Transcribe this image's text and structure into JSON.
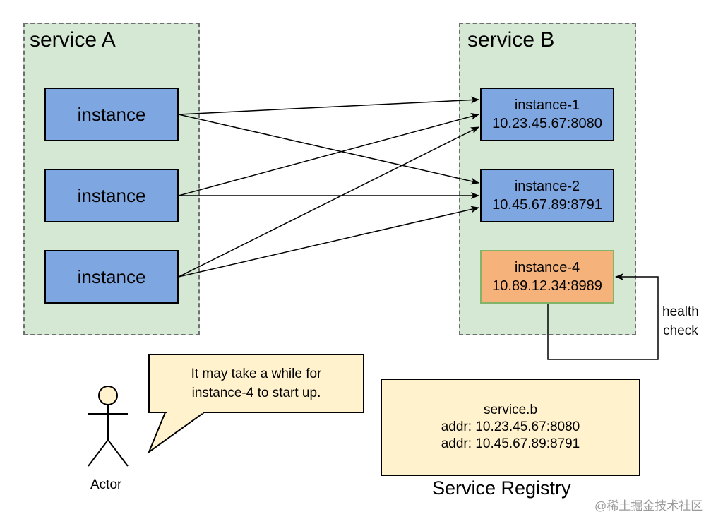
{
  "service_a": {
    "title": "service A",
    "instances": [
      "instance",
      "instance",
      "instance"
    ]
  },
  "service_b": {
    "title": "service B",
    "instances": [
      {
        "name": "instance-1",
        "addr": "10.23.45.67:8080",
        "status": "registered",
        "color": "#7ea6e0"
      },
      {
        "name": "instance-2",
        "addr": "10.45.67.89:8791",
        "status": "registered",
        "color": "#7ea6e0"
      },
      {
        "name": "instance-4",
        "addr": "10.89.12.34:8989",
        "status": "starting",
        "color": "#f5b27b"
      }
    ]
  },
  "health_check": {
    "line1": "health",
    "line2": "check"
  },
  "actor": {
    "label": "Actor"
  },
  "callout": {
    "line1": "It may take a while for",
    "line2": "instance-4 to start up."
  },
  "registry": {
    "title": "Service Registry",
    "service_name": "service.b",
    "entries": [
      "addr: 10.23.45.67:8080",
      "addr: 10.45.67.89:8791"
    ]
  },
  "watermark": "@稀土掘金技术社区",
  "colors": {
    "group_fill": "#d5e8d4",
    "instance_blue": "#7ea6e0",
    "instance_orange": "#f5b27b",
    "note_fill": "#fff2cc"
  }
}
